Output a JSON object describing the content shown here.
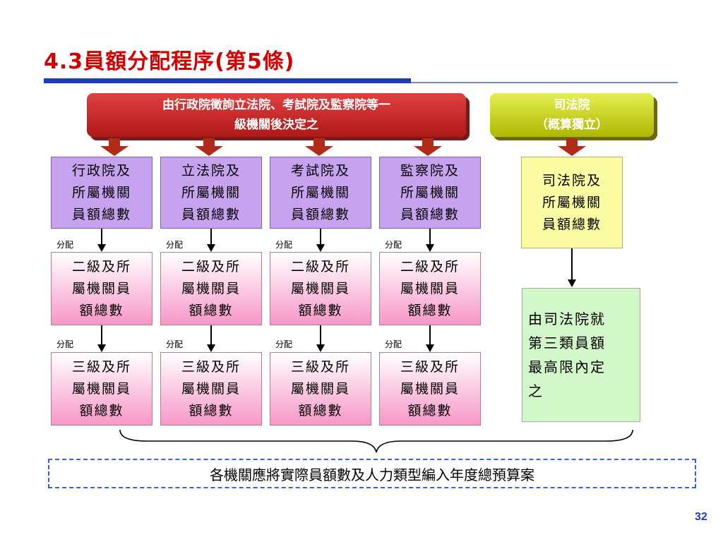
{
  "title": "4.3員額分配程序(第5條)",
  "banner_left": {
    "line1": "由行政院徵詢立法院、考試院及監察院等一",
    "line2": "級機關後決定之"
  },
  "banner_right": {
    "line1": "司法院",
    "line2": "（概算獨立）"
  },
  "columns": [
    {
      "top": [
        "行政院及",
        "所屬機關",
        "員額總數"
      ]
    },
    {
      "top": [
        "立法院及",
        "所屬機關",
        "員額總數"
      ]
    },
    {
      "top": [
        "考試院及",
        "所屬機關",
        "員額總數"
      ]
    },
    {
      "top": [
        "監察院及",
        "所屬機關",
        "員額總數"
      ]
    }
  ],
  "second_level": [
    "二級及所",
    "屬機關員",
    "額總數"
  ],
  "third_level": [
    "三級及所",
    "屬機關員",
    "額總數"
  ],
  "allocate_label": "分配",
  "judicial_box": [
    "司法院及",
    "所屬機關",
    "員額總數"
  ],
  "judicial_rule": [
    "由司法院就",
    "第三類員額",
    "最高限內定",
    "之"
  ],
  "footer_note": "各機關應將實際員額數及人力類型編入年度總預算案",
  "page_number": "32",
  "colors": {
    "title": "#d40000",
    "accent_blue": "#1e3db8",
    "banner_red": "#c02020",
    "banner_yellow": "#c8d400",
    "top_box": "#c7a2ee",
    "level_box": "#f797c8",
    "judicial_box": "#fbfba2",
    "rule_box": "#d2f7c9"
  }
}
